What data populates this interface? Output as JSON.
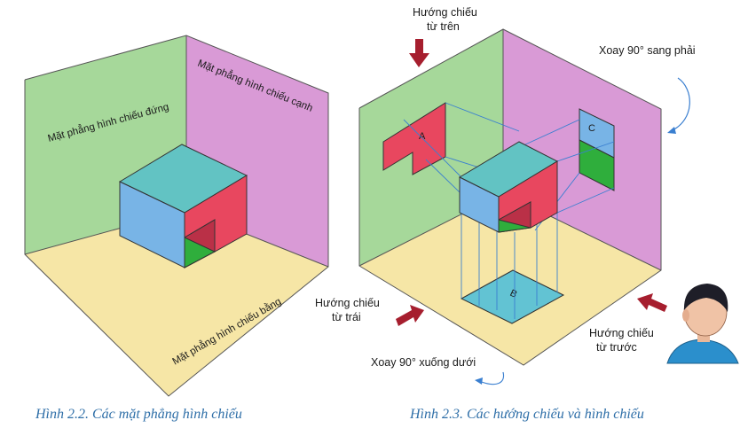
{
  "fig1": {
    "plane_front": "Mặt phẳng hình chiếu đứng",
    "plane_side": "Mặt phẳng hình chiếu cạnh",
    "plane_bottom": "Mặt phẳng hình chiếu bằng",
    "caption": "Hình 2.2. Các mặt phẳng hình chiếu"
  },
  "fig2": {
    "dir_top_1": "Hướng chiếu",
    "dir_top_2": "từ trên",
    "rotate_right": "Xoay 90° sang phải",
    "dir_left_1": "Hướng chiếu",
    "dir_left_2": "từ trái",
    "dir_front_1": "Hướng chiếu",
    "dir_front_2": "từ trước",
    "rotate_down": "Xoay 90° xuống dưới",
    "face_a": "A",
    "face_b": "B",
    "face_c": "C",
    "caption": "Hình 2.3. Các hướng chiếu và hình chiếu"
  },
  "colors": {
    "front_plane": "#a6d89a",
    "side_plane": "#d99ad6",
    "bottom_plane": "#f6e6a6",
    "block_red": "#e8475f",
    "block_blue": "#78b4e6",
    "block_green": "#2fae3c",
    "arrow_red": "#a61e2e",
    "caption": "#2f6fa8"
  }
}
